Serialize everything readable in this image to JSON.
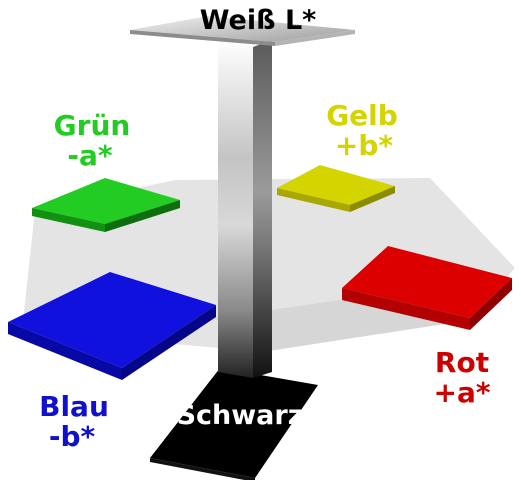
{
  "labels": {
    "white": "Weiß L*",
    "black": "Schwarz",
    "green_name": "Grün",
    "green_axis": "-a*",
    "yellow_name": "Gelb",
    "yellow_axis": "+b*",
    "red_name": "Rot",
    "red_axis": "+a*",
    "blue_name": "Blau",
    "blue_axis": "-b*"
  },
  "colors": {
    "green": "#22cc22",
    "yellow": "#d4d400",
    "red": "#dd0000",
    "blue": "#1111dd",
    "black": "#000000",
    "white_cap": "#d8d8d8",
    "gamut_plane": "#e6e6e6"
  }
}
